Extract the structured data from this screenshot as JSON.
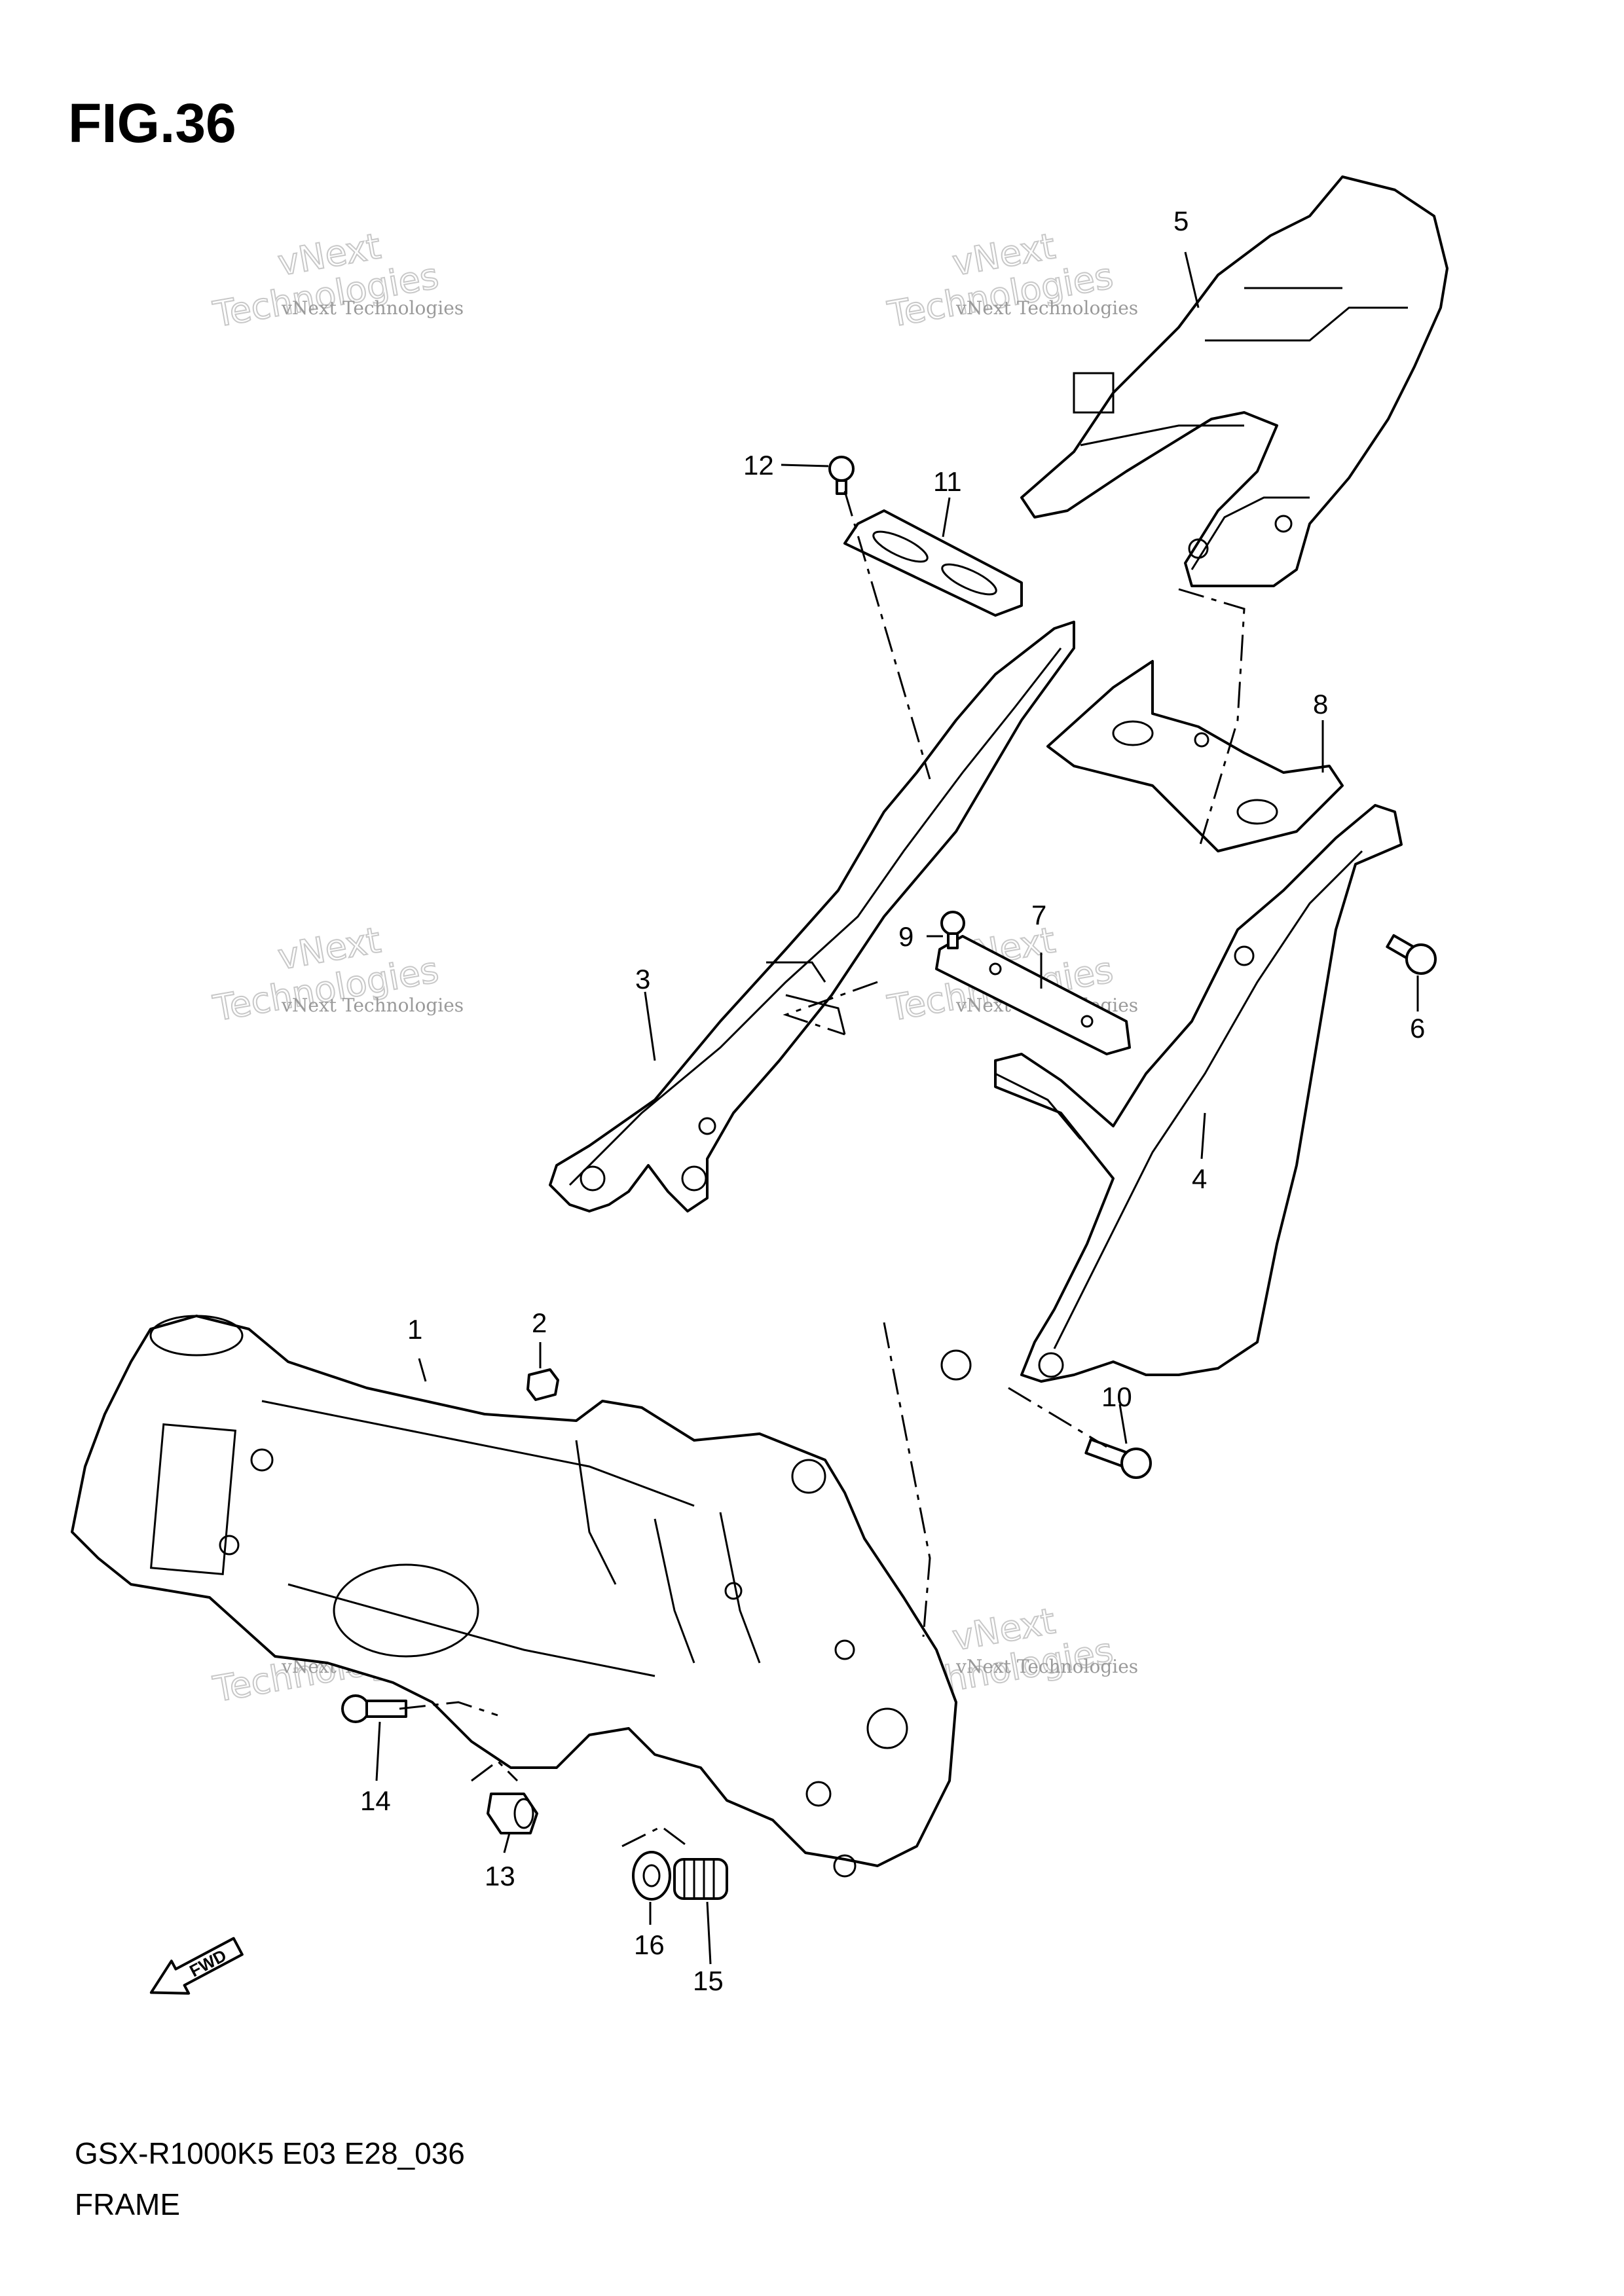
{
  "figure": {
    "title": "FIG.36",
    "footer_code": "GSX-R1000K5 E03 E28_036",
    "footer_name": "FRAME"
  },
  "callouts": [
    {
      "id": "p1",
      "label": "1"
    },
    {
      "id": "p2",
      "label": "2"
    },
    {
      "id": "p3",
      "label": "3"
    },
    {
      "id": "p4",
      "label": "4"
    },
    {
      "id": "p5",
      "label": "5"
    },
    {
      "id": "p6",
      "label": "6"
    },
    {
      "id": "p7",
      "label": "7"
    },
    {
      "id": "p8",
      "label": "8"
    },
    {
      "id": "p9",
      "label": "9"
    },
    {
      "id": "p10",
      "label": "10"
    },
    {
      "id": "p11",
      "label": "11"
    },
    {
      "id": "p12",
      "label": "12"
    },
    {
      "id": "p13",
      "label": "13"
    },
    {
      "id": "p14",
      "label": "14"
    },
    {
      "id": "p15",
      "label": "15"
    },
    {
      "id": "p16",
      "label": "16"
    }
  ],
  "direction_label": "FWD",
  "watermark": {
    "line1": "vNext Technologies",
    "line2": "vNext",
    "line3": "Technologies"
  }
}
